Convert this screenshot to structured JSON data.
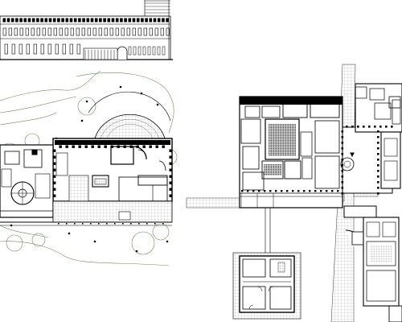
{
  "sheet": {
    "background": "#ffffff",
    "line_color": "#000000",
    "hatch_color": "#b4b4b4",
    "landscape_color": "#6f8a5f"
  },
  "drawings": [
    {
      "name": "building-elevation"
    },
    {
      "name": "site-plan-west-complex"
    },
    {
      "name": "site-plan-east-complex"
    },
    {
      "name": "detached-pavilion-plan"
    }
  ]
}
